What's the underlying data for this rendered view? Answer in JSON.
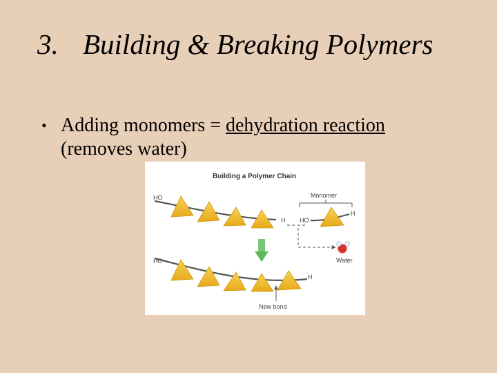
{
  "slide": {
    "title_number": "3.",
    "title_text": "Building & Breaking Polymers",
    "bullet_marker": "•",
    "bullet1": {
      "prefix": "Adding monomers = ",
      "underlined": "dehydration reaction",
      "line2": "(removes water)"
    }
  },
  "figure": {
    "title": "Building a Polymer Chain",
    "labels": {
      "ho_top": "HO",
      "h_top": "H",
      "monomer": "Monomer",
      "monomer_ho": "HO",
      "monomer_h": "H",
      "water": "Water",
      "ho_bottom": "HO",
      "h_bottom": "H",
      "new_bond": "New bond"
    },
    "colors": {
      "monomer_fill": "#f2c029",
      "monomer_stroke": "#c99a12",
      "chain": "#555555",
      "arrow": "#5cb85c",
      "water_oxygen": "#d9312b",
      "water_hydrogen": "#e8eef5"
    }
  }
}
